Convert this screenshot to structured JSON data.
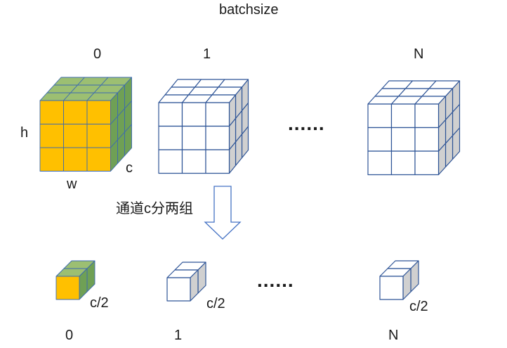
{
  "title": "batchsize",
  "top_batch_labels": [
    "0",
    "1",
    "N"
  ],
  "bottom_batch_labels": [
    "0",
    "1",
    "N"
  ],
  "dim_labels": {
    "h": "h",
    "w": "w",
    "c": "c"
  },
  "ellipsis": "......",
  "arrow_label": "通道c分两组",
  "half_channel_label": "c/2",
  "colors": {
    "front_face": "#FFC000",
    "right_face": "#6FA055",
    "top_face": "#9CBF72",
    "outline": "#2F5597",
    "grey_side": "#D0D0D0",
    "white": "#FFFFFF"
  }
}
